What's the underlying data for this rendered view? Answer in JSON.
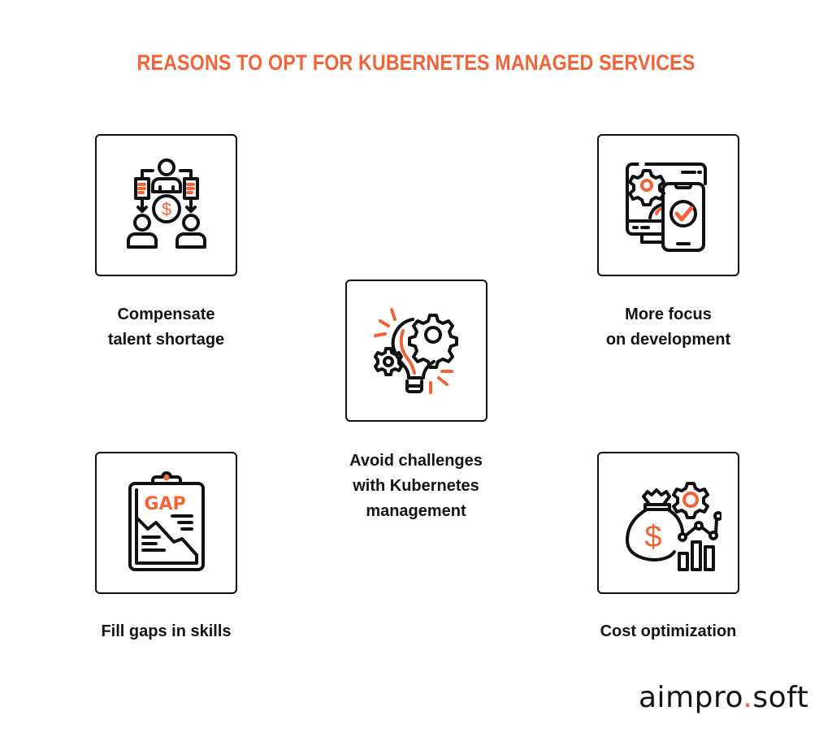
{
  "title": "REASONS TO OPT FOR KUBERNETES MANAGED SERVICES",
  "colors": {
    "accent": "#f0643a",
    "ink": "#141414",
    "background": "#ffffff"
  },
  "items": [
    {
      "position": "top-left",
      "icon": "team-money-flow-icon",
      "label": "Compensate\ntalent shortage"
    },
    {
      "position": "top-right",
      "icon": "monitor-phone-gear-check-icon",
      "label": "More focus\non development"
    },
    {
      "position": "center",
      "icon": "lightbulb-gears-icon",
      "label": "Avoid challenges\nwith Kubernetes\nmanagement"
    },
    {
      "position": "bottom-left",
      "icon": "clipboard-gap-icon",
      "label": "Fill gaps in skills",
      "icon_text": "GAP"
    },
    {
      "position": "bottom-right",
      "icon": "money-bag-chart-gear-icon",
      "label": "Cost optimization"
    }
  ],
  "logo": {
    "part1": "aimpro",
    "dot": ".",
    "part2": "soft"
  }
}
